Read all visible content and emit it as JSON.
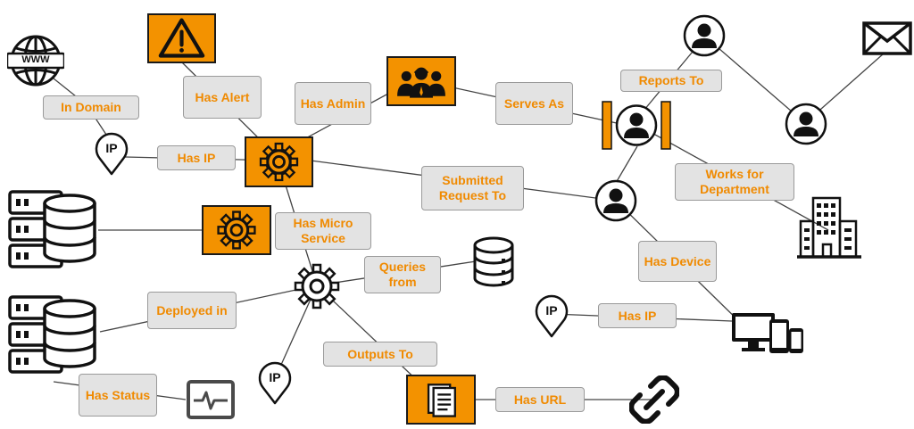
{
  "relations": {
    "in_domain": "In Domain",
    "has_alert": "Has Alert",
    "has_admin": "Has Admin",
    "serves_as": "Serves As",
    "reports_to": "Reports To",
    "has_ip_service": "Has IP",
    "submitted_request_to": "Submitted Request To",
    "works_for_department": "Works for Department",
    "has_micro_service": "Has Micro Service",
    "queries_from": "Queries from",
    "has_device": "Has Device",
    "deployed_in": "Deployed in",
    "has_ip_device": "Has IP",
    "outputs_to": "Outputs To",
    "has_status": "Has Status",
    "has_url": "Has URL"
  },
  "icons": {
    "globe_text": "WWW",
    "ip_text": "IP"
  },
  "colors": {
    "accent": "#f39200",
    "label_text": "#f08a00",
    "label_fill": "#e3e3e3",
    "line": "#444444",
    "icon": "#111111"
  }
}
